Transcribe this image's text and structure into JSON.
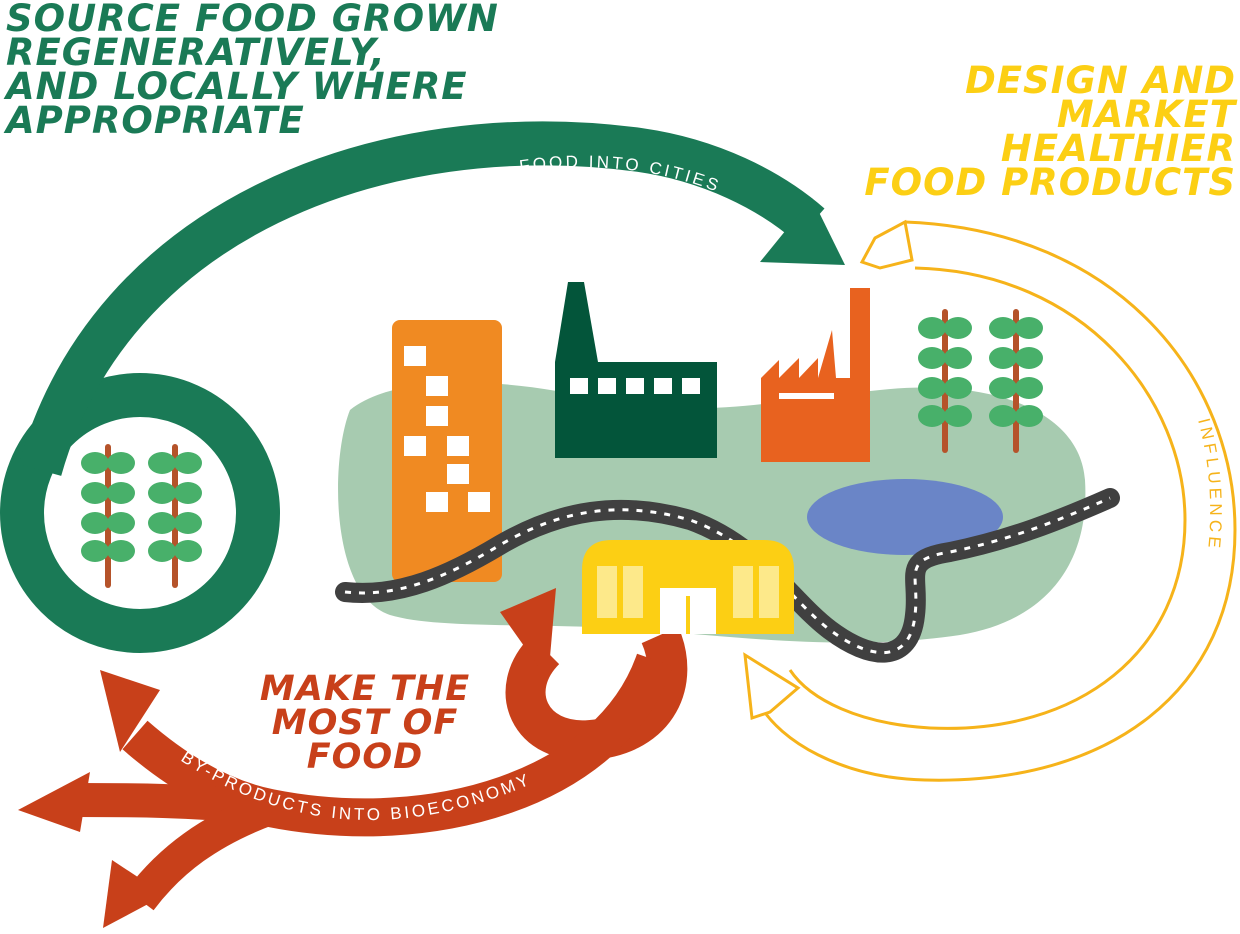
{
  "headings": {
    "source": [
      "SOURCE FOOD GROWN",
      "REGENERATIVELY,",
      "AND LOCALLY WHERE",
      "APPROPRIATE"
    ],
    "design": [
      "DESIGN AND",
      "MARKET",
      "HEALTHIER",
      "FOOD PRODUCTS"
    ],
    "make": [
      "MAKE THE",
      "MOST OF",
      "FOOD"
    ]
  },
  "arrow_labels": {
    "food_into_cities": "FOOD INTO CITIES",
    "influence": "INFLUENCE",
    "by_products": "BY-PRODUCTS INTO BIOECONOMY"
  },
  "colors": {
    "green_loop": "#1a7a56",
    "dark_factory": "#03553a",
    "orange_building": "#f08a22",
    "orange_factory": "#e8621f",
    "yellow_building": "#fccf14",
    "yellow_arrow": "#f6b31a",
    "red_arrow": "#c8401a",
    "land": "#a7cbb0",
    "lake": "#6a85c7",
    "road": "#404040",
    "leaf": "#48b06a",
    "trunk": "#b5532a"
  }
}
